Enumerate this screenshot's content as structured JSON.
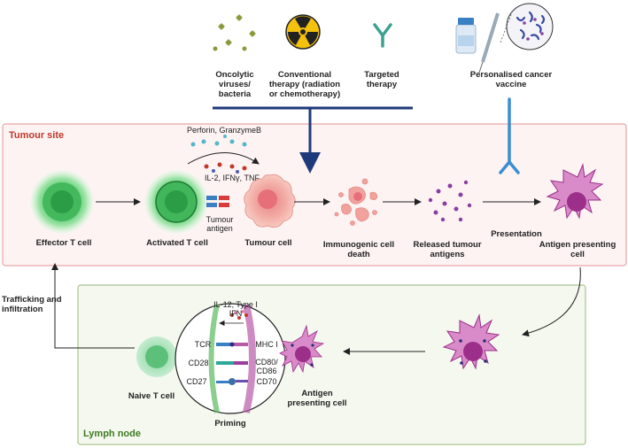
{
  "top_therapies": {
    "oncolytic": "Oncolytic viruses/ bacteria",
    "conventional": "Conventional therapy (radiation or chemotherapy)",
    "targeted": "Targeted therapy",
    "vaccine": "Personalised cancer vaccine"
  },
  "tumour_site": {
    "title": "Tumour site",
    "perforin": "Perforin, GranzymeB",
    "cytokines": "IL-2, IFNγ, TNF",
    "tumour_antigen": "Tumour antigen",
    "effector": "Effector T cell",
    "activated": "Activated T cell",
    "tumour_cell": "Tumour cell",
    "immunogenic": "Immunogenic cell death",
    "released": "Released tumour antigens",
    "presentation": "Presentation",
    "apc": "Antigen presenting cell"
  },
  "lymph_node": {
    "title": "Lymph node",
    "trafficking": "Trafficking and infiltration",
    "naive": "Naive  T cell",
    "apc": "Antigen presenting cell",
    "priming": "Priming",
    "il12": "IL-12, Type I IFN",
    "tcr": "TCR",
    "cd28": "CD28",
    "cd27": "CD27",
    "mhc": "MHC I",
    "cd80": "CD80/ CD86",
    "cd70": "CD70"
  },
  "colors": {
    "tumour_border": "#e8a6a6",
    "tumour_fill": "#fdf3f3",
    "tumour_title": "#c0392b",
    "lymph_border": "#a9c48f",
    "lymph_fill": "#f5f8ef",
    "lymph_title": "#3f7a24",
    "navy": "#1f3a7a",
    "blue": "#3b8ed0",
    "green_cell": "#3fbf5f",
    "apc_purple": "#9c2f8a"
  }
}
